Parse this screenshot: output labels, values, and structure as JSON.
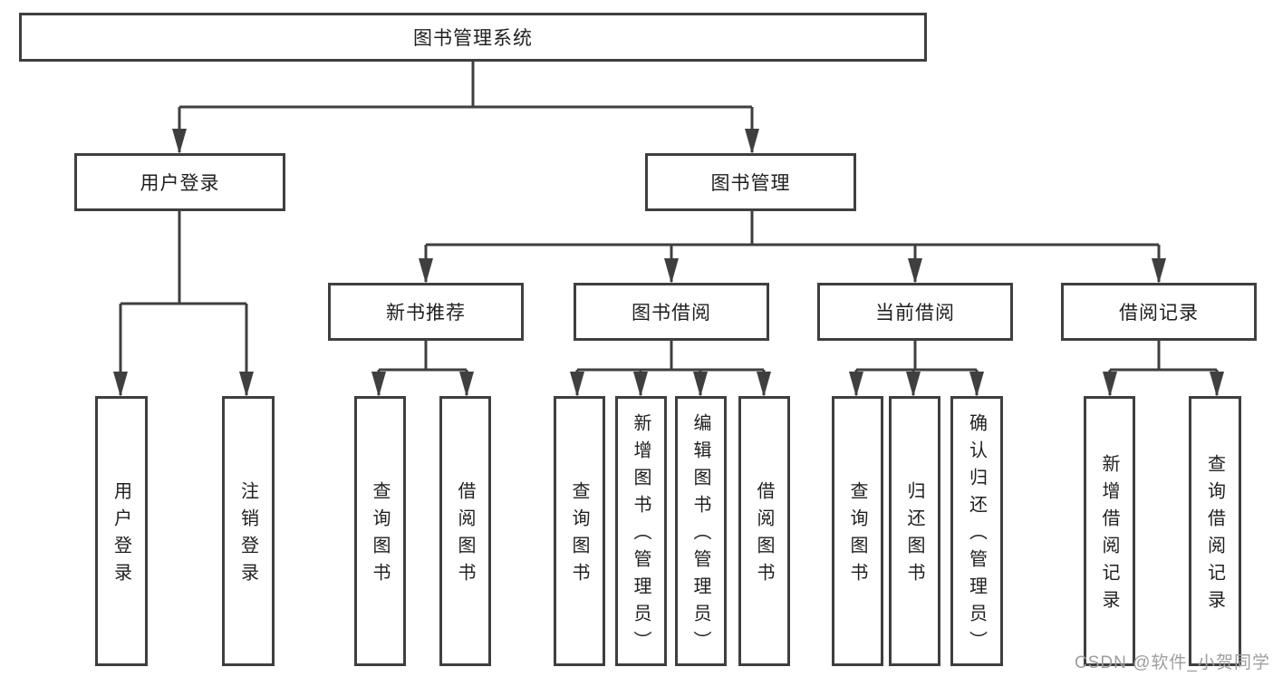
{
  "tree": {
    "root": {
      "label": "图书管理系统",
      "children": [
        {
          "label": "用户登录",
          "children": [
            {
              "label": "用户登录"
            },
            {
              "label": "注销登录"
            }
          ]
        },
        {
          "label": "图书管理",
          "children": [
            {
              "label": "新书推荐",
              "children": [
                {
                  "label": "查询图书"
                },
                {
                  "label": "借阅图书"
                }
              ]
            },
            {
              "label": "图书借阅",
              "children": [
                {
                  "label": "查询图书"
                },
                {
                  "label": "新增图书（管理员）"
                },
                {
                  "label": "编辑图书（管理员）"
                },
                {
                  "label": "借阅图书"
                }
              ]
            },
            {
              "label": "当前借阅",
              "children": [
                {
                  "label": "查询图书"
                },
                {
                  "label": "归还图书"
                },
                {
                  "label": "确认归还（管理员）"
                }
              ]
            },
            {
              "label": "借阅记录",
              "children": [
                {
                  "label": "新增借阅记录"
                },
                {
                  "label": "查询借阅记录"
                }
              ]
            }
          ]
        }
      ]
    }
  },
  "watermark": "CSDN @软件_小贺同学",
  "colors": {
    "line": "#3f3f3f",
    "text": "#1f1f1f",
    "watermark": "#9e9e9e",
    "background": "#ffffff"
  }
}
